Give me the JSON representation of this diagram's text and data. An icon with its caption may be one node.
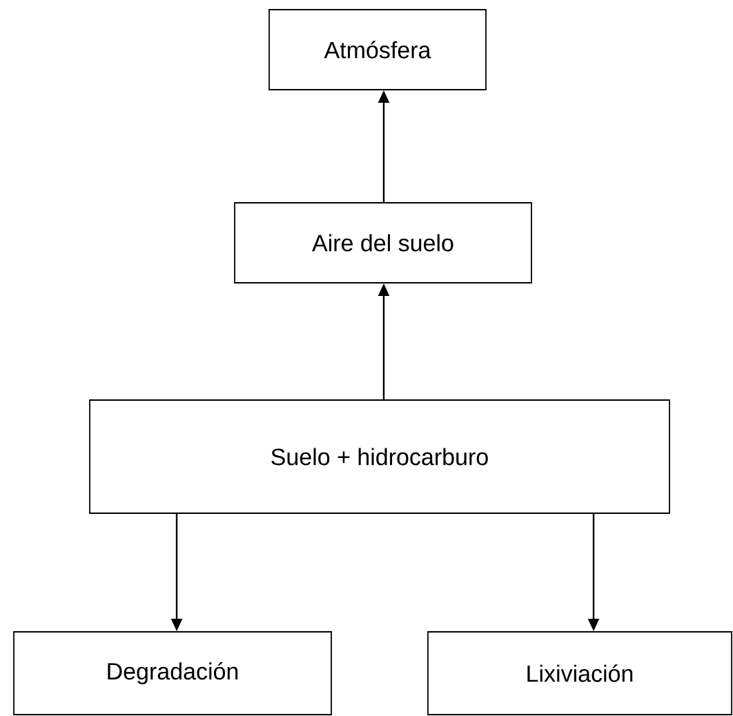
{
  "diagram": {
    "nodes": [
      {
        "text": [
          "Atmósfera"
        ]
      },
      {
        "text": [
          "Aire del suelo"
        ]
      },
      {
        "text": [
          "Suelo + hidrocarburo"
        ]
      },
      {
        "text": [
          "Degradación"
        ]
      },
      {
        "text": [
          "Lixiviación"
        ]
      }
    ],
    "edges": [
      {
        "from": 1,
        "to": 0,
        "arrow": "to"
      },
      {
        "from": 2,
        "to": 1,
        "arrow": "to"
      },
      {
        "from": 2,
        "to": 3,
        "arrow": "to"
      },
      {
        "from": 2,
        "to": 4,
        "arrow": "to"
      }
    ]
  }
}
